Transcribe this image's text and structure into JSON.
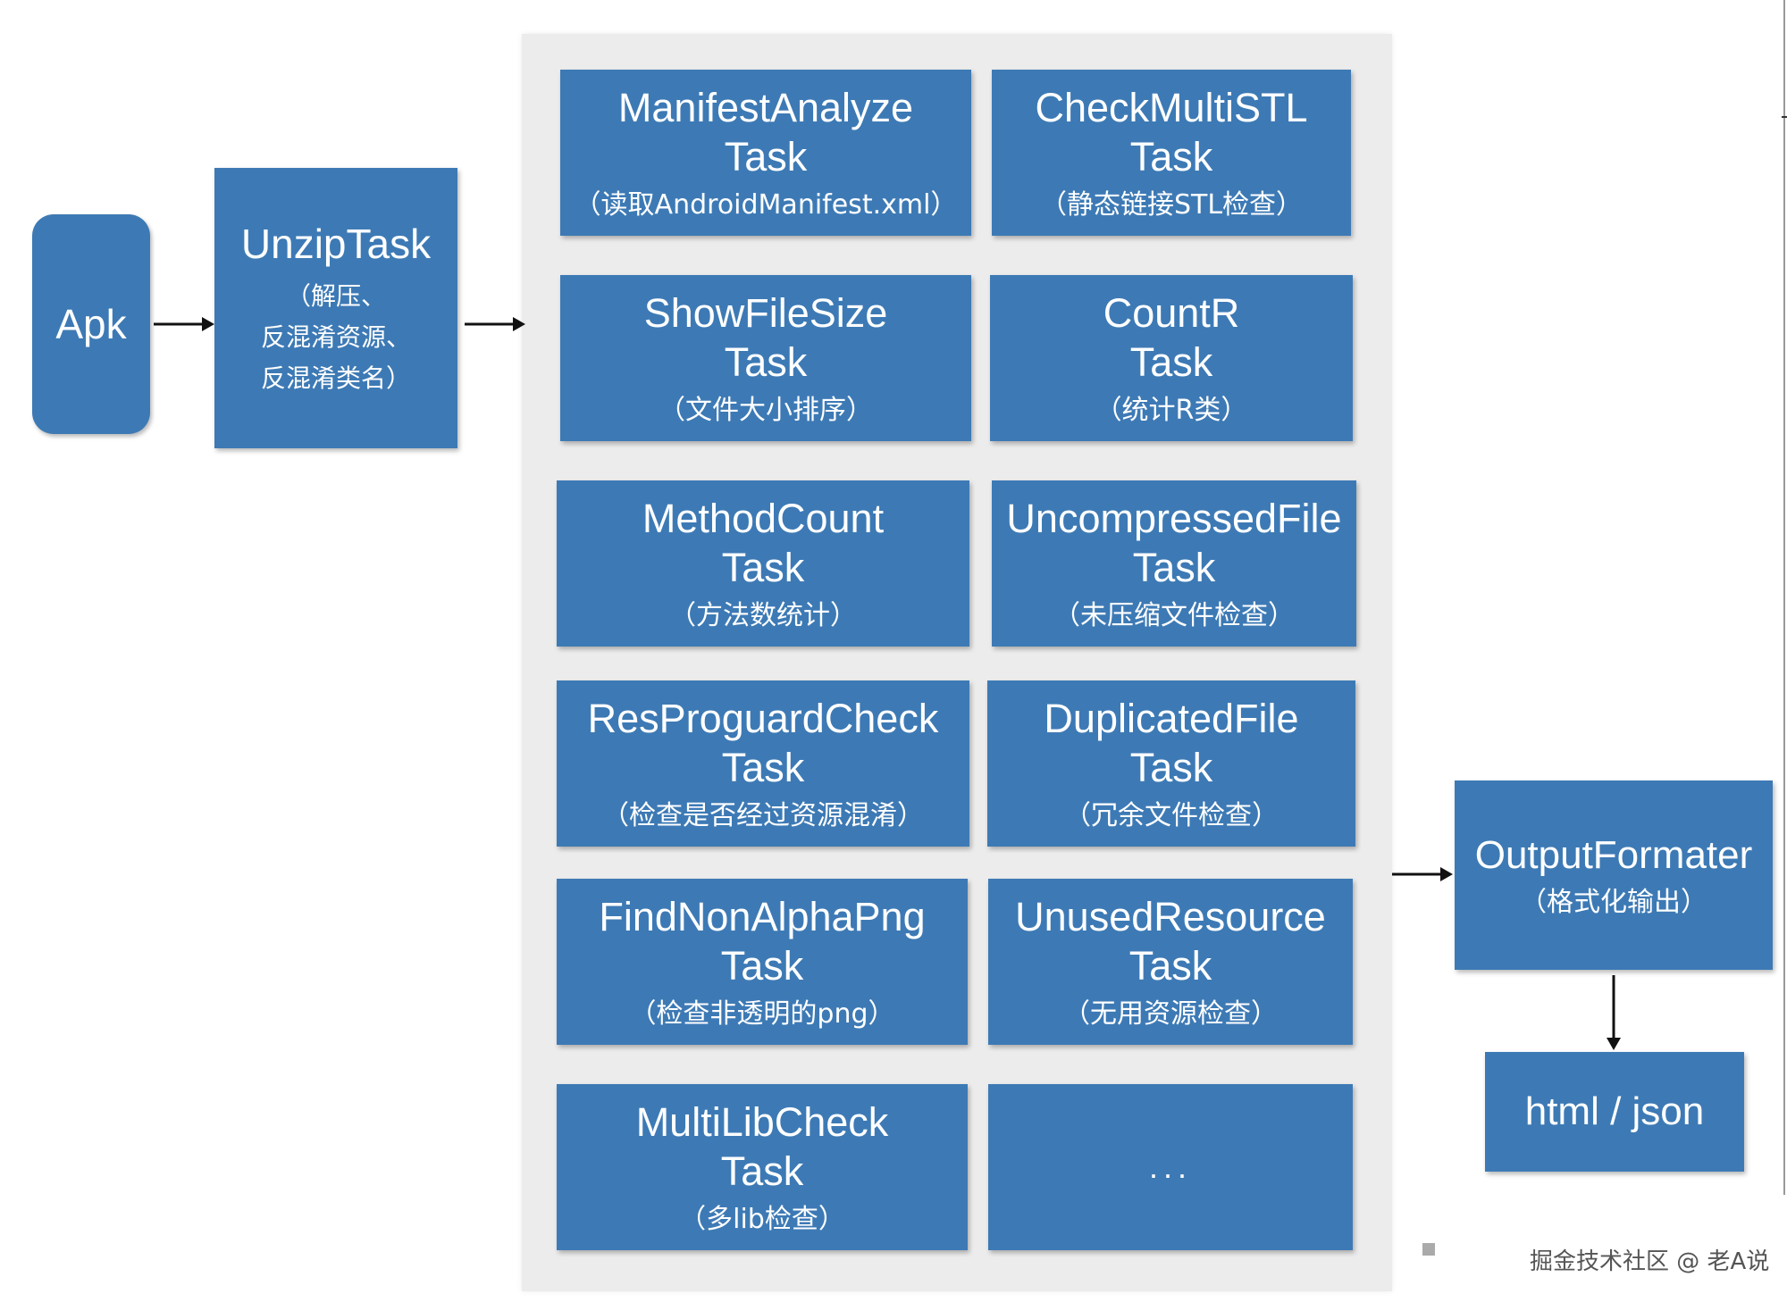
{
  "nodes": {
    "apk": {
      "title": "Apk"
    },
    "unzip": {
      "title": "UnzipTask",
      "sub_lines": [
        "（解压、",
        "反混淆资源、",
        "反混淆类名）"
      ]
    },
    "tasks": [
      {
        "title1": "ManifestAnalyze",
        "title2": "Task",
        "sub": "（读取AndroidManifest.xml）"
      },
      {
        "title1": "CheckMultiSTL",
        "title2": "Task",
        "sub": "（静态链接STL检查）"
      },
      {
        "title1": "ShowFileSize",
        "title2": "Task",
        "sub": "（文件大小排序）"
      },
      {
        "title1": "CountR",
        "title2": "Task",
        "sub": "（统计R类）"
      },
      {
        "title1": "MethodCount",
        "title2": "Task",
        "sub": "（方法数统计）"
      },
      {
        "title1": "UncompressedFile",
        "title2": "Task",
        "sub": "（未压缩文件检查）"
      },
      {
        "title1": "ResProguardCheck",
        "title2": "Task",
        "sub": "（检查是否经过资源混淆）"
      },
      {
        "title1": "DuplicatedFile",
        "title2": "Task",
        "sub": "（冗余文件检查）"
      },
      {
        "title1": "FindNonAlphaPng",
        "title2": "Task",
        "sub": "（检查非透明的png）"
      },
      {
        "title1": "UnusedResource",
        "title2": "Task",
        "sub": "（无用资源检查）"
      },
      {
        "title1": "MultiLibCheck",
        "title2": "Task",
        "sub": "（多lib检查）"
      }
    ],
    "ellipsis": "...",
    "output": {
      "title": "OutputFormater",
      "sub": "（格式化输出）"
    },
    "result": {
      "title": "html / json"
    }
  },
  "colors": {
    "box_fill": "#3d7ab5",
    "panel_bg": "#ececec",
    "arrow": "#111111"
  },
  "watermark": "掘金技术社区 @ 老A说"
}
